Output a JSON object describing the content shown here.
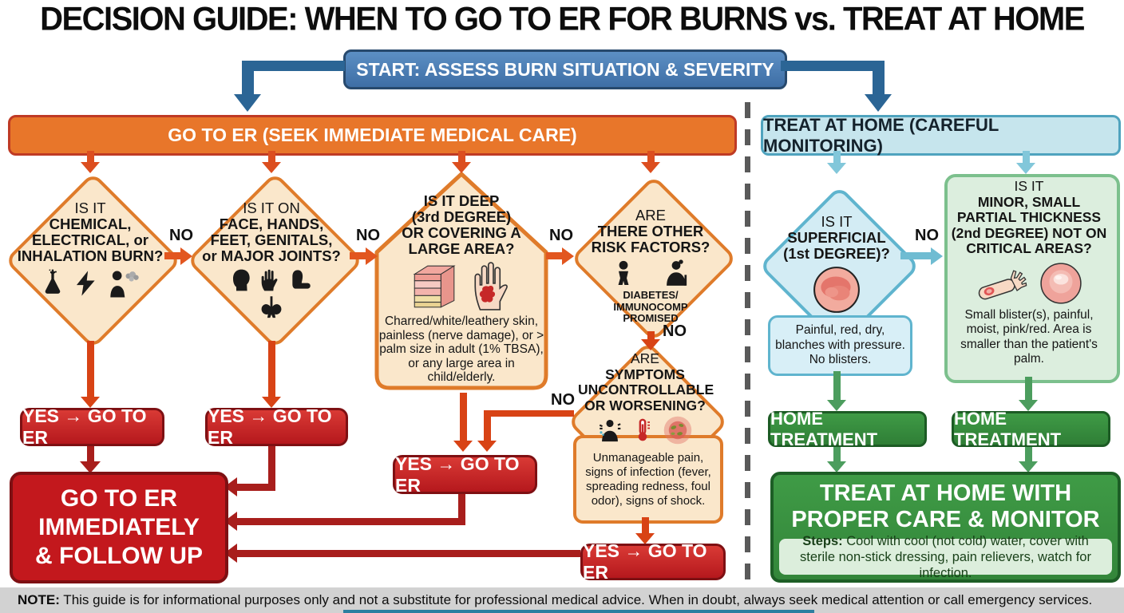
{
  "title": "DECISION GUIDE: WHEN TO GO TO ER FOR BURNS vs. TREAT AT HOME",
  "start_label": "START: ASSESS BURN SITUATION & SEVERITY",
  "er_banner": "GO TO ER (SEEK IMMEDIATE MEDICAL CARE)",
  "home_banner": "TREAT AT HOME (CAREFUL MONITORING)",
  "no": "NO",
  "yes_er": "YES → GO TO ER",
  "home_treatment": "HOME TREATMENT",
  "q1": {
    "l1": "IS IT",
    "l2": "CHEMICAL,",
    "l3": "ELECTRICAL, or",
    "l4": "INHALATION BURN?"
  },
  "q2": {
    "l1": "IS IT ON",
    "l2": "FACE, HANDS,",
    "l3": "FEET, GENITALS,",
    "l4": "or MAJOR JOINTS?"
  },
  "q3": {
    "l1": "IS IT DEEP",
    "l2": "(3rd DEGREE)",
    "l3": "OR COVERING A",
    "l4": "LARGE AREA?",
    "body": "Charred/white/leathery skin, painless (nerve damage), or > palm size in adult (1% TBSA), or any large area in child/elderly."
  },
  "q4": {
    "l1": "ARE",
    "l2": "THERE OTHER",
    "l3": "RISK FACTORS?",
    "cap1": "DIABETES/",
    "cap2": "IMMUNOCOMP",
    "cap3": "PROMISED"
  },
  "q5": {
    "l1": "ARE",
    "l2": "SYMPTOMS",
    "l3": "UNCONTROLLABLE",
    "l4": "OR WORSENING?",
    "body": "Unmanageable pain, signs of infection (fever, spreading redness, foul odor), signs of shock."
  },
  "h1": {
    "l1": "IS IT",
    "l2": "SUPERFICIAL",
    "l3": "(1st DEGREE)?",
    "body": "Painful, red, dry, blanches with pressure. No blisters."
  },
  "h2": {
    "l1": "IS IT",
    "l2": "MINOR, SMALL",
    "l3": "PARTIAL THICKNESS",
    "l4": "(2nd DEGREE) NOT ON",
    "l5": "CRITICAL AREAS?",
    "body": "Small blister(s), painful, moist, pink/red. Area is smaller than the patient's palm."
  },
  "er_final": {
    "l1": "GO TO ER",
    "l2": "IMMEDIATELY",
    "l3": "& FOLLOW UP"
  },
  "home_final": {
    "l1": "TREAT AT HOME WITH",
    "l2": "PROPER CARE & MONITOR",
    "steps_label": "Steps:",
    "steps": " Cool with cool (not cold) water, cover with sterile non-stick dressing, pain relievers, watch for infection."
  },
  "note_label": "NOTE:",
  "note": " This guide is for informational purposes only and not a substitute for professional medical advice. When in doubt, always seek medical attention or call emergency services.",
  "icons": {
    "q1": [
      "flask-icon",
      "lightning-bolt-icon",
      "smoke-inhalation-icon"
    ],
    "q2": [
      "head-icon",
      "hand-icon",
      "foot-icon",
      "pelvis-icon"
    ],
    "q3": [
      "skin-layers-icon",
      "burned-palm-icon"
    ],
    "q4": [
      "baby-icon",
      "elderly-person-icon"
    ],
    "q5": [
      "pain-person-icon",
      "thermometer-icon",
      "infection-icon"
    ],
    "h1": [
      "red-skin-patch-icon"
    ],
    "h2": [
      "blistered-arm-icon",
      "blister-icon"
    ]
  },
  "colors": {
    "er_banner_orange": "#E8762A",
    "er_diamond_fill": "#FAE7CB",
    "er_diamond_border": "#DF7B2A",
    "er_red": "#C3181D",
    "start_blue": "#4577AE",
    "home_banner_fill": "#C6E5ED",
    "home_teal_border": "#5FB4CE",
    "home_diamond_fill": "#D3ECF4",
    "home_green_fill": "#DCEEDE",
    "home_green_border": "#7CC08D",
    "home_green_dark": "#368C3C",
    "note_gray": "#D2D2D2"
  }
}
